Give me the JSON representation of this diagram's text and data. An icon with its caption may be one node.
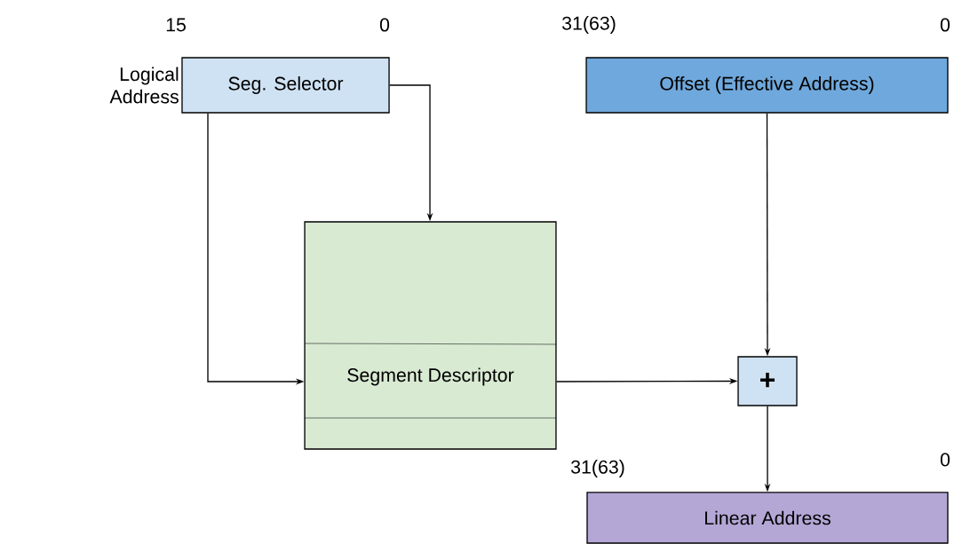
{
  "diagram": {
    "nodes": [
      {
        "text": [
          "Seg. Selector"
        ],
        "beside": [
          "Logical Address"
        ]
      },
      {
        "text": [
          "Offset (Effective Address)"
        ]
      },
      {
        "text": [
          "Segment Descriptor"
        ]
      },
      {
        "text": [
          "+"
        ]
      },
      {
        "text": [
          "Linear Address"
        ]
      }
    ],
    "edges": [
      {
        "from": 0,
        "to": 2,
        "arrow": "to"
      },
      {
        "from": 0,
        "to": 2,
        "arrow": "to"
      },
      {
        "from": 1,
        "to": 3,
        "arrow": "to"
      },
      {
        "from": 2,
        "to": 3,
        "arrow": "to"
      },
      {
        "from": 3,
        "to": 4,
        "arrow": "to"
      }
    ],
    "labels": [
      "15",
      "0",
      "31(63)",
      "0",
      "31(63)",
      "0"
    ]
  }
}
